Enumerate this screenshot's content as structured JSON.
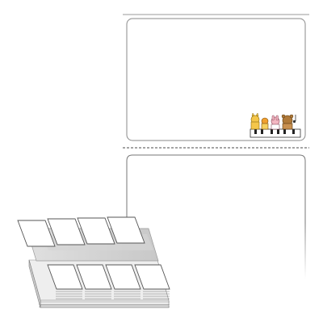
{
  "product": {
    "labels_per_sheet": 2,
    "label_shape": "rounded-rectangle",
    "sheet_fold": "fanfold-perforated",
    "has_perforation_between_labels": true,
    "stack_illustration": "folded-label-stack",
    "sample_artwork": "cartoon-animals-icon"
  },
  "colors": {
    "label_border": "#8a8a8a",
    "sheet_border": "#b8b8b8",
    "perforation": "#6f6f6f",
    "stack_face": "#ffffff",
    "stack_shadow": "#d7d7d7",
    "stack_edge": "#7d7d7d"
  },
  "icons": {
    "artwork": "cartoon-animals-icon",
    "stack": "folded-label-stack-icon"
  }
}
